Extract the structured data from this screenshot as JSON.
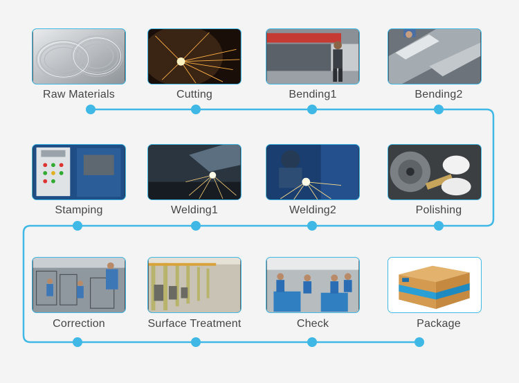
{
  "colors": {
    "accent": "#3fb8e6",
    "background": "#f4f4f4",
    "label": "#444444"
  },
  "steps": [
    {
      "label": "Raw Materials",
      "image": "steel-wire-coils"
    },
    {
      "label": "Cutting",
      "image": "grinding-sparks"
    },
    {
      "label": "Bending1",
      "image": "press-brake-worker"
    },
    {
      "label": "Bending2",
      "image": "bending-sheet-metal"
    },
    {
      "label": "Stamping",
      "image": "stamping-machine-panel"
    },
    {
      "label": "Welding1",
      "image": "welding-sparks"
    },
    {
      "label": "Welding2",
      "image": "welder-with-mask"
    },
    {
      "label": "Polishing",
      "image": "polishing-wheel-gloves"
    },
    {
      "label": "Correction",
      "image": "workers-correction"
    },
    {
      "label": "Surface Treatment",
      "image": "coating-line"
    },
    {
      "label": "Check",
      "image": "quality-check-workers"
    },
    {
      "label": "Package",
      "image": "cardboard-box"
    }
  ]
}
